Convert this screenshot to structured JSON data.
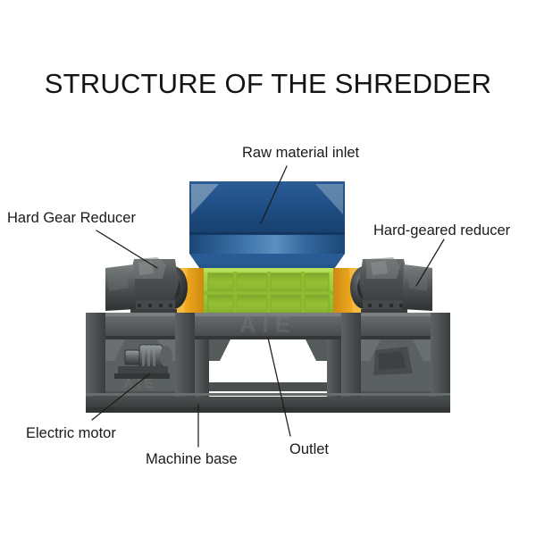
{
  "page": {
    "title": "STRUCTURE OF THE SHREDDER",
    "background_color": "#ffffff",
    "text_color": "#1a1a1a"
  },
  "diagram": {
    "subject": "double-shaft industrial shredder",
    "view": "front elevation photograph with callout labels",
    "labels": [
      {
        "id": "raw-material-inlet",
        "text": "Raw material inlet",
        "position": "top-center",
        "points_to": "blue hopper"
      },
      {
        "id": "hard-gear-reducer",
        "text": "Hard Gear Reducer",
        "position": "upper-left",
        "points_to": "left gearbox"
      },
      {
        "id": "hard-geared-reducer",
        "text": "Hard-geared reducer",
        "position": "upper-right",
        "points_to": "right gearbox"
      },
      {
        "id": "electric-motor",
        "text": "Electric motor",
        "position": "lower-left",
        "points_to": "motor inside left frame bay"
      },
      {
        "id": "machine-base",
        "text": "Machine base",
        "position": "bottom-center-left",
        "points_to": "steel base frame"
      },
      {
        "id": "outlet",
        "text": "Outlet",
        "position": "bottom-center-right",
        "points_to": "center discharge opening"
      }
    ],
    "colors": {
      "hopper_blue": "#1f4f86",
      "hopper_blue_dark": "#16406c",
      "hopper_blue_light": "#3a6ea5",
      "body_green": "#9fcb38",
      "body_green_dark": "#7fa82a",
      "body_green_light": "#b6dc5a",
      "housing_yellow": "#f0a81e",
      "housing_yellow_dark": "#c8860f",
      "frame_gray": "#55595a",
      "frame_gray_dark": "#3c4041",
      "frame_gray_light": "#6e7374",
      "gearbox_gray": "#4a4e4f"
    }
  }
}
